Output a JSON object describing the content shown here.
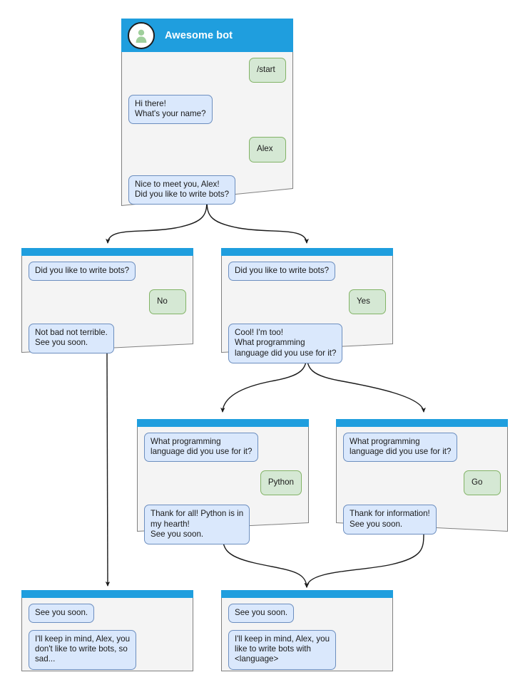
{
  "diagram": {
    "title": "Awesome bot conversation flow",
    "colors": {
      "header_blue": "#1f9ede",
      "window_bg": "#f4f4f4",
      "window_border": "#808080",
      "bot_bubble_fill": "#dae8fc",
      "bot_bubble_border": "#6c8ebf",
      "user_bubble_fill": "#d5e8d4",
      "user_bubble_border": "#82b366",
      "avatar_fill": "#ffffff",
      "avatar_person": "#9fcf9c",
      "edge_stroke": "#1a1a1a"
    }
  },
  "nodes": [
    {
      "id": "start",
      "has_title": true,
      "bot_name": "Awesome bot",
      "avatar_icon": "person-avatar-icon",
      "messages": [
        {
          "side": "right",
          "kind": "user",
          "text": "/start"
        },
        {
          "side": "left",
          "kind": "bot",
          "text": "Hi there!\nWhat's your name?"
        },
        {
          "side": "right",
          "kind": "user",
          "text": "Alex"
        },
        {
          "side": "left",
          "kind": "bot",
          "text": "Nice to meet you, Alex!\nDid you like to write bots?"
        }
      ]
    },
    {
      "id": "branch-no",
      "has_title": false,
      "messages": [
        {
          "side": "left",
          "kind": "bot",
          "text": "Did you like to write bots?"
        },
        {
          "side": "right",
          "kind": "user",
          "text": "No"
        },
        {
          "side": "left",
          "kind": "bot",
          "text": "Not bad not terrible.\nSee you soon."
        }
      ]
    },
    {
      "id": "branch-yes",
      "has_title": false,
      "messages": [
        {
          "side": "left",
          "kind": "bot",
          "text": "Did you like to write bots?"
        },
        {
          "side": "right",
          "kind": "user",
          "text": "Yes"
        },
        {
          "side": "left",
          "kind": "bot",
          "text": "Cool! I'm too!\nWhat programming\nlanguage did you use for it?"
        }
      ]
    },
    {
      "id": "branch-python",
      "has_title": false,
      "messages": [
        {
          "side": "left",
          "kind": "bot",
          "text": "What programming\nlanguage did you use for it?"
        },
        {
          "side": "right",
          "kind": "user",
          "text": "Python"
        },
        {
          "side": "left",
          "kind": "bot",
          "text": "Thank for all! Python is in\nmy hearth!\nSee you soon."
        }
      ]
    },
    {
      "id": "branch-go",
      "has_title": false,
      "messages": [
        {
          "side": "left",
          "kind": "bot",
          "text": "What programming\nlanguage did you use for it?"
        },
        {
          "side": "right",
          "kind": "user",
          "text": "Go"
        },
        {
          "side": "left",
          "kind": "bot",
          "text": "Thank for information!\nSee you soon."
        }
      ]
    },
    {
      "id": "end-sad",
      "has_title": false,
      "messages": [
        {
          "side": "left",
          "kind": "bot",
          "text": "See you soon."
        },
        {
          "side": "left",
          "kind": "bot",
          "text": "I'll keep in mind, Alex, you\ndon't like to write bots, so\nsad..."
        }
      ]
    },
    {
      "id": "end-happy",
      "has_title": false,
      "messages": [
        {
          "side": "left",
          "kind": "bot",
          "text": "See you soon."
        },
        {
          "side": "left",
          "kind": "bot",
          "text": "I'll keep in mind, Alex, you\nlike to write bots with\n<language>"
        }
      ]
    }
  ]
}
